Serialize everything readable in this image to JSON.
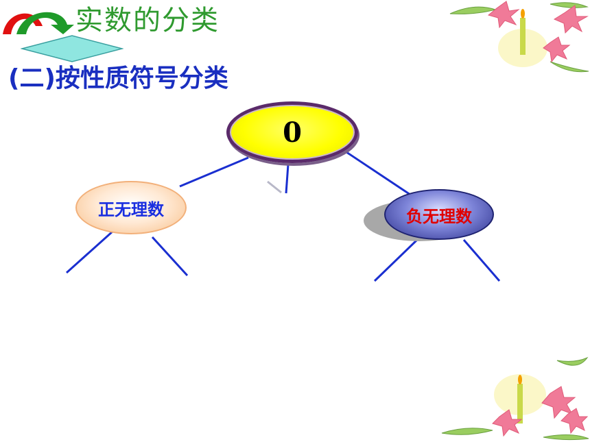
{
  "header": {
    "title": "实数的分类",
    "subtitle": "(二)按性质符号分类"
  },
  "diagram": {
    "root": "0",
    "left_branch": "正无理数",
    "right_branch": "负无理数"
  },
  "colors": {
    "title": "#2f9a2f",
    "subtitle": "#1a2fc0",
    "lines": "#1a2fd0",
    "root_fill": "#ffff00",
    "root_border": "#5a2a6a",
    "left_text": "#1a2fe0",
    "right_text": "#e00000"
  },
  "decorations": [
    "curved-arrow-icon",
    "diamond-icon",
    "poinsettia-candle-icon"
  ]
}
